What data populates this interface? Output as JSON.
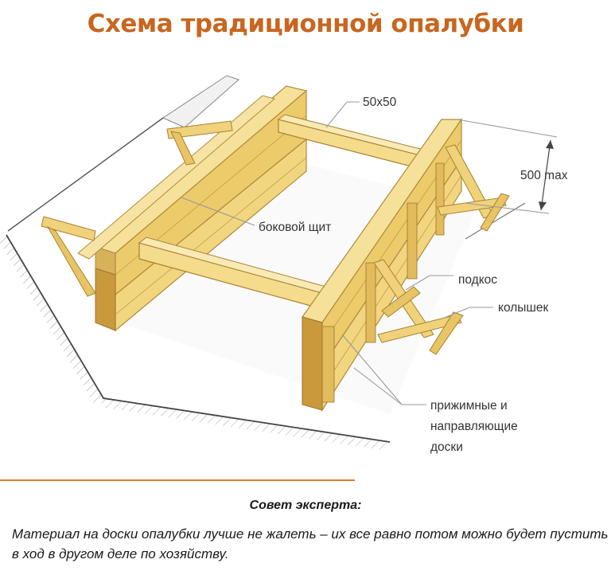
{
  "title": "Схема традиционной опалубки",
  "labels": {
    "section": "50x50",
    "height": "500 max",
    "side_shield": "боковой щит",
    "brace": "подкос",
    "stake": "колышек",
    "boards_line1": "прижимные и",
    "boards_line2": "направляющие",
    "boards_line3": "доски"
  },
  "tip": {
    "heading": "Совет эксперта:",
    "text": "Материал на доски опалубки лучше не жалеть – их все равно потом можно будет пустить в ход в другом деле по хозяйству."
  },
  "colors": {
    "title": "#c8661f",
    "wood_light": "#f6e19a",
    "wood_mid": "#eccb6a",
    "wood_dark": "#c99a3c",
    "rule": "#e07a2a"
  }
}
